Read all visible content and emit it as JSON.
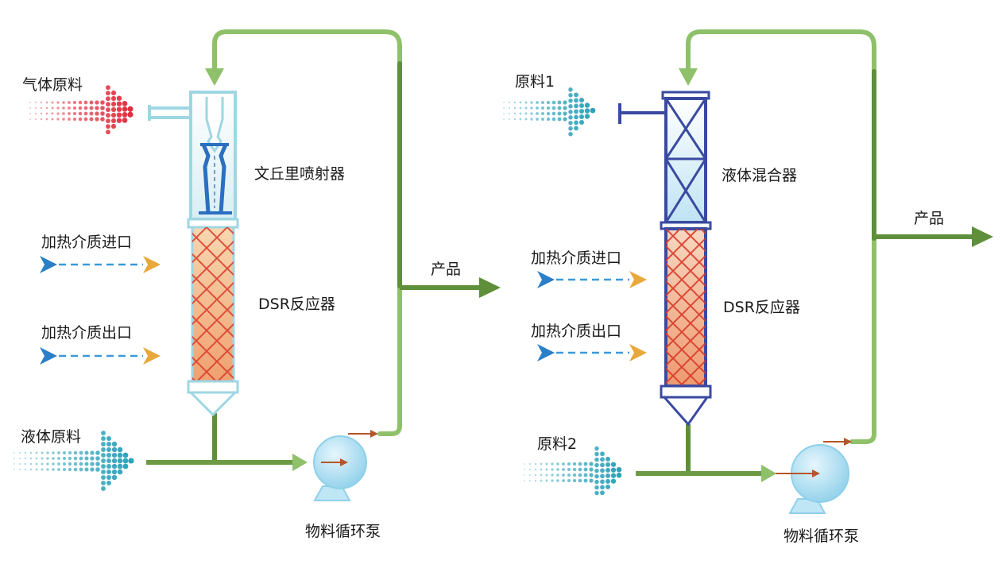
{
  "left_system": {
    "gas_feed": "气体原料",
    "ejector": "文丘里喷射器",
    "heating_inlet": "加热介质进口",
    "heating_outlet": "加热介质出口",
    "reactor": "DSR反应器",
    "liquid_feed": "液体原料",
    "product": "产品",
    "pump": "物料循环泵"
  },
  "right_system": {
    "feed_1": "原料1",
    "mixer": "液体混合器",
    "heating_inlet": "加热介质进口",
    "heating_outlet": "加热介质出口",
    "reactor": "DSR反应器",
    "feed_2": "原料2",
    "product": "产品",
    "pump": "物料循环泵"
  },
  "colors": {
    "pipe_green": "#5f8f3a",
    "pipe_light_green": "#8fc06a",
    "vessel_left": "#9fd6e3",
    "vessel_right": "#3a4aa0",
    "gas_dots": "#e02a3a",
    "liquid_dots": "#2aa0b8",
    "heating_dash": "#3a9ad9",
    "arrow_blue": "#2a7fc8",
    "arrow_orange": "#e8a83a",
    "pump_arrow": "#b5562a",
    "catalyst_red": "#d93a2a",
    "catalyst_bg": "#f2b884"
  }
}
